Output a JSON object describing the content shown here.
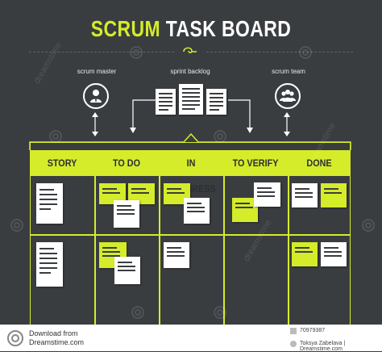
{
  "title": {
    "accent": "SCRUM",
    "rest": "TASK BOARD"
  },
  "roles": {
    "scrum_master": "scrum master",
    "sprint_backlog": "sprint backlog",
    "scrum_team": "scrum team"
  },
  "columns": [
    "STORY",
    "TO DO",
    "IN PROGRESS",
    "TO VERIFY",
    "DONE"
  ],
  "watermark": "dreamstime",
  "footer": {
    "download": "Download from",
    "site": "Dreamstime.com",
    "image_id": "70979387",
    "credit": "Toksya Zabelava | Dreamstime.com"
  },
  "colors": {
    "background": "#3a3d40",
    "accent": "#d4ec2a",
    "card_white": "#ffffff"
  }
}
